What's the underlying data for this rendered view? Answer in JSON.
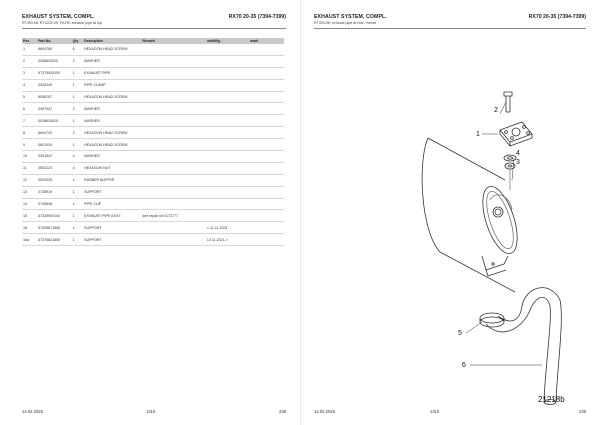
{
  "left_page": {
    "title": "EXHAUST SYSTEM, COMPL.",
    "subtitle": "RT394-98; RT4200-05; FKZM: exhaust pipe at top",
    "model": "RX70 20-35 (7394-7399)",
    "table": {
      "headers": [
        "Pos",
        "Part-No.",
        "Qty",
        "Description",
        "Remark",
        "valid/fig.",
        "mark"
      ],
      "rows": [
        {
          "pos": "1",
          "part_no": "8604766",
          "qty": "6",
          "desc": "HEXAGON HEAD SCREW",
          "remark": "",
          "valid": "",
          "mark": ""
        },
        {
          "pos": "2",
          "part_no": "0038620020",
          "qty": "2",
          "desc": "WASHER",
          "remark": "",
          "valid": "",
          "mark": ""
        },
        {
          "pos": "3",
          "part_no": "57375925100",
          "qty": "1",
          "desc": "EXHAUST PIPE",
          "remark": "",
          "valid": "",
          "mark": ""
        },
        {
          "pos": "4",
          "part_no": "0525349",
          "qty": "1",
          "desc": "PIPE CLAMP",
          "remark": "",
          "valid": "",
          "mark": ""
        },
        {
          "pos": "5",
          "part_no": "8056797",
          "qty": "1",
          "desc": "HEXAGON HEAD SCREW",
          "remark": "",
          "valid": "",
          "mark": ""
        },
        {
          "pos": "6",
          "part_no": "0497047",
          "qty": "2",
          "desc": "WASHER",
          "remark": "",
          "valid": "",
          "mark": ""
        },
        {
          "pos": "7",
          "part_no": "0038620020",
          "qty": "1",
          "desc": "WASHER",
          "remark": "",
          "valid": "",
          "mark": ""
        },
        {
          "pos": "8",
          "part_no": "8604720",
          "qty": "2",
          "desc": "HEXAGON HEAD SCREW",
          "remark": "",
          "valid": "",
          "mark": ""
        },
        {
          "pos": "9",
          "part_no": "0601024",
          "qty": "1",
          "desc": "HEXAGON HEAD SCREW",
          "remark": "",
          "valid": "",
          "mark": ""
        },
        {
          "pos": "10",
          "part_no": "0491547",
          "qty": "4",
          "desc": "WASHER",
          "remark": "",
          "valid": "",
          "mark": ""
        },
        {
          "pos": "11",
          "part_no": "0502224",
          "qty": "4",
          "desc": "HEXAGON NUT",
          "remark": "",
          "valid": "",
          "mark": ""
        },
        {
          "pos": "12",
          "part_no": "0522026",
          "qty": "1",
          "desc": "RUBBER BUFFER",
          "remark": "",
          "valid": "",
          "mark": ""
        },
        {
          "pos": "13",
          "part_no": "0726919",
          "qty": "1",
          "desc": "SUPPORT",
          "remark": "",
          "valid": "",
          "mark": ""
        },
        {
          "pos": "14",
          "part_no": "0749648",
          "qty": "1",
          "desc": "PIPE CLIP",
          "remark": "",
          "valid": "",
          "mark": ""
        },
        {
          "pos": "15",
          "part_no": "57325900104",
          "qty": "1",
          "desc": "EXHAUST PIPE ASSY.",
          "remark": "see repair kit 0173777",
          "valid": "",
          "mark": ""
        },
        {
          "pos": "16",
          "part_no": "57326871606",
          "qty": "1",
          "desc": "SUPPORT",
          "remark": "",
          "valid": "<-11.11.2021",
          "mark": ""
        },
        {
          "pos": "16a",
          "part_no": "57376821800",
          "qty": "1",
          "desc": "SUPPORT",
          "remark": "",
          "valid": "12.11.2021->",
          "mark": ""
        }
      ]
    },
    "footer": {
      "date": "14.02.2025",
      "code": "1310",
      "page": "238"
    }
  },
  "right_page": {
    "title": "EXHAUST SYSTEM, COMPL.",
    "subtitle": "RT394-98; exhaust pipe at rear / below",
    "model": "RX70 20-35 (7394-7399)",
    "figure": {
      "callouts": [
        "1",
        "2",
        "3",
        "4",
        "5",
        "6"
      ],
      "figure_id": "21218b"
    },
    "footer": {
      "date": "14.02.2025",
      "code": "1310",
      "page": "239"
    }
  }
}
